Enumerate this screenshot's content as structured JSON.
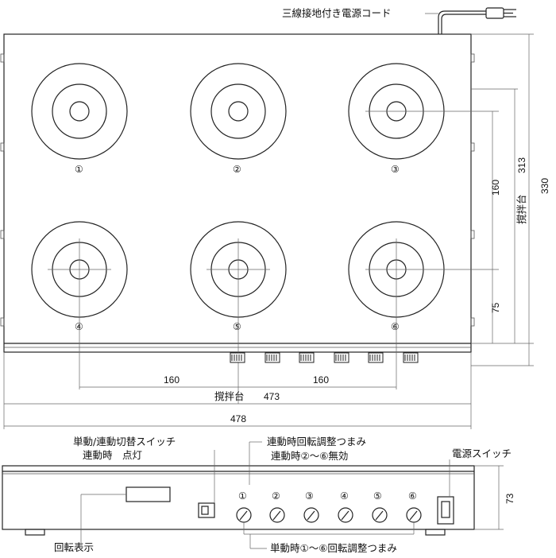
{
  "labels": {
    "power_cord": "三線接地付き電源コード",
    "stir_plate_vertical": "撹拌台",
    "stir_plate_horizontal": "撹拌台",
    "mode_switch_line1": "単動/連動切替スイッチ",
    "mode_switch_line2": "連動時　点灯",
    "link_knob_line1": "連動時回転調整つまみ",
    "link_knob_line2": "連動時②～⑥無効",
    "power_switch": "電源スイッチ",
    "rotation_display": "回転表示",
    "single_knob": "単動時①～⑥回転調整つまみ"
  },
  "dimensions": {
    "depth_313": "313",
    "depth_330": "330",
    "pitch_160_vertical": "160",
    "offset_75": "75",
    "pitch_160_left": "160",
    "pitch_160_right": "160",
    "width_473": "473",
    "width_478": "478",
    "height_73": "73"
  },
  "stations": [
    "①",
    "②",
    "③",
    "④",
    "⑤",
    "⑥"
  ],
  "knob_numbers": [
    "①",
    "②",
    "③",
    "④",
    "⑤",
    "⑥"
  ]
}
